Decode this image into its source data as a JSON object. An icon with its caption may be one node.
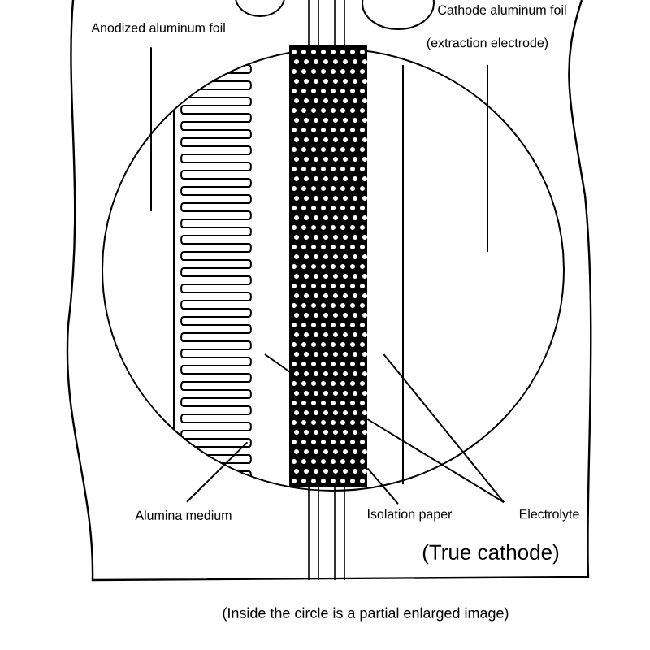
{
  "diagram": {
    "caption": "(Inside the circle is a partial enlarged image)",
    "nodes": [
      {
        "text": [
          "Anodized aluminum foil"
        ]
      },
      {
        "text": [
          "Cathode aluminum foil"
        ]
      },
      {
        "text": [
          "(extraction electrode)"
        ]
      },
      {
        "text": [
          "Alumina medium"
        ]
      },
      {
        "text": [
          "Isolation paper"
        ]
      },
      {
        "text": [
          "Electrolyte"
        ]
      },
      {
        "text": [],
        "shape": "picture"
      },
      {
        "text": [],
        "shape": "bar"
      }
    ],
    "edges": [
      {
        "from": 0,
        "to": null,
        "arrow": "none"
      },
      {
        "from": 2,
        "to": null,
        "arrow": "none"
      },
      {
        "from": 3,
        "to": 6,
        "arrow": "none"
      },
      {
        "from": 4,
        "to": 7,
        "arrow": "none"
      },
      {
        "from": 5,
        "to": 7,
        "arrow": "none"
      },
      {
        "from": 5,
        "to": 7,
        "arrow": "none"
      }
    ],
    "labels": [
      "(True cathode)"
    ]
  }
}
